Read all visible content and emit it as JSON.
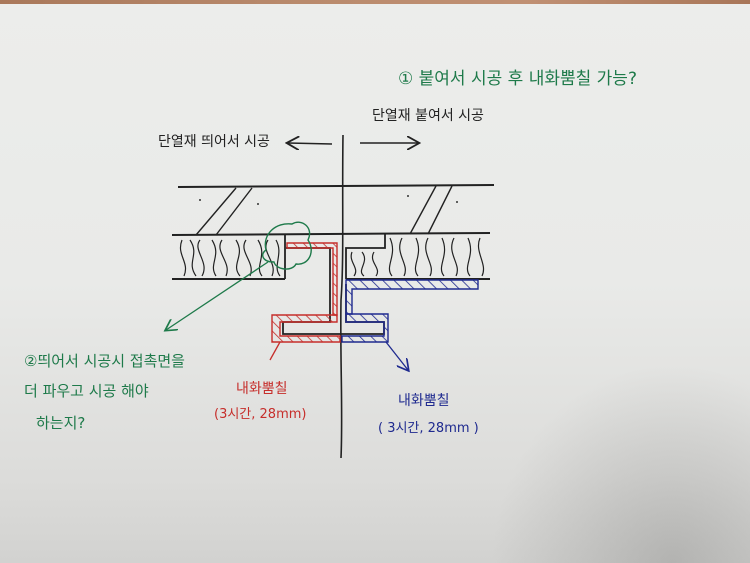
{
  "sketch": {
    "question1": "① 붙여서 시공 후 내화뿜칠 가능?",
    "left_heading": "단열재 띄어서 시공",
    "right_heading": "단열재 붙여서 시공",
    "question2": {
      "line1": "②띄어서 시공시 접촉면을",
      "line2": "더 파우고 시공 해야",
      "line3": "하는지?"
    },
    "red_label": {
      "title": "내화뿜칠",
      "spec": "(3시간, 28mm)"
    },
    "blue_label": {
      "title": "내화뿜칠",
      "spec": "( 3시간, 28mm )"
    }
  },
  "colors": {
    "paper": "#ebecea",
    "black_ink": "#222222",
    "green_ink": "#1e7a4a",
    "red_ink": "#c62e2b",
    "blue_ink": "#1f2a8f",
    "table_edge": "#b58468"
  }
}
